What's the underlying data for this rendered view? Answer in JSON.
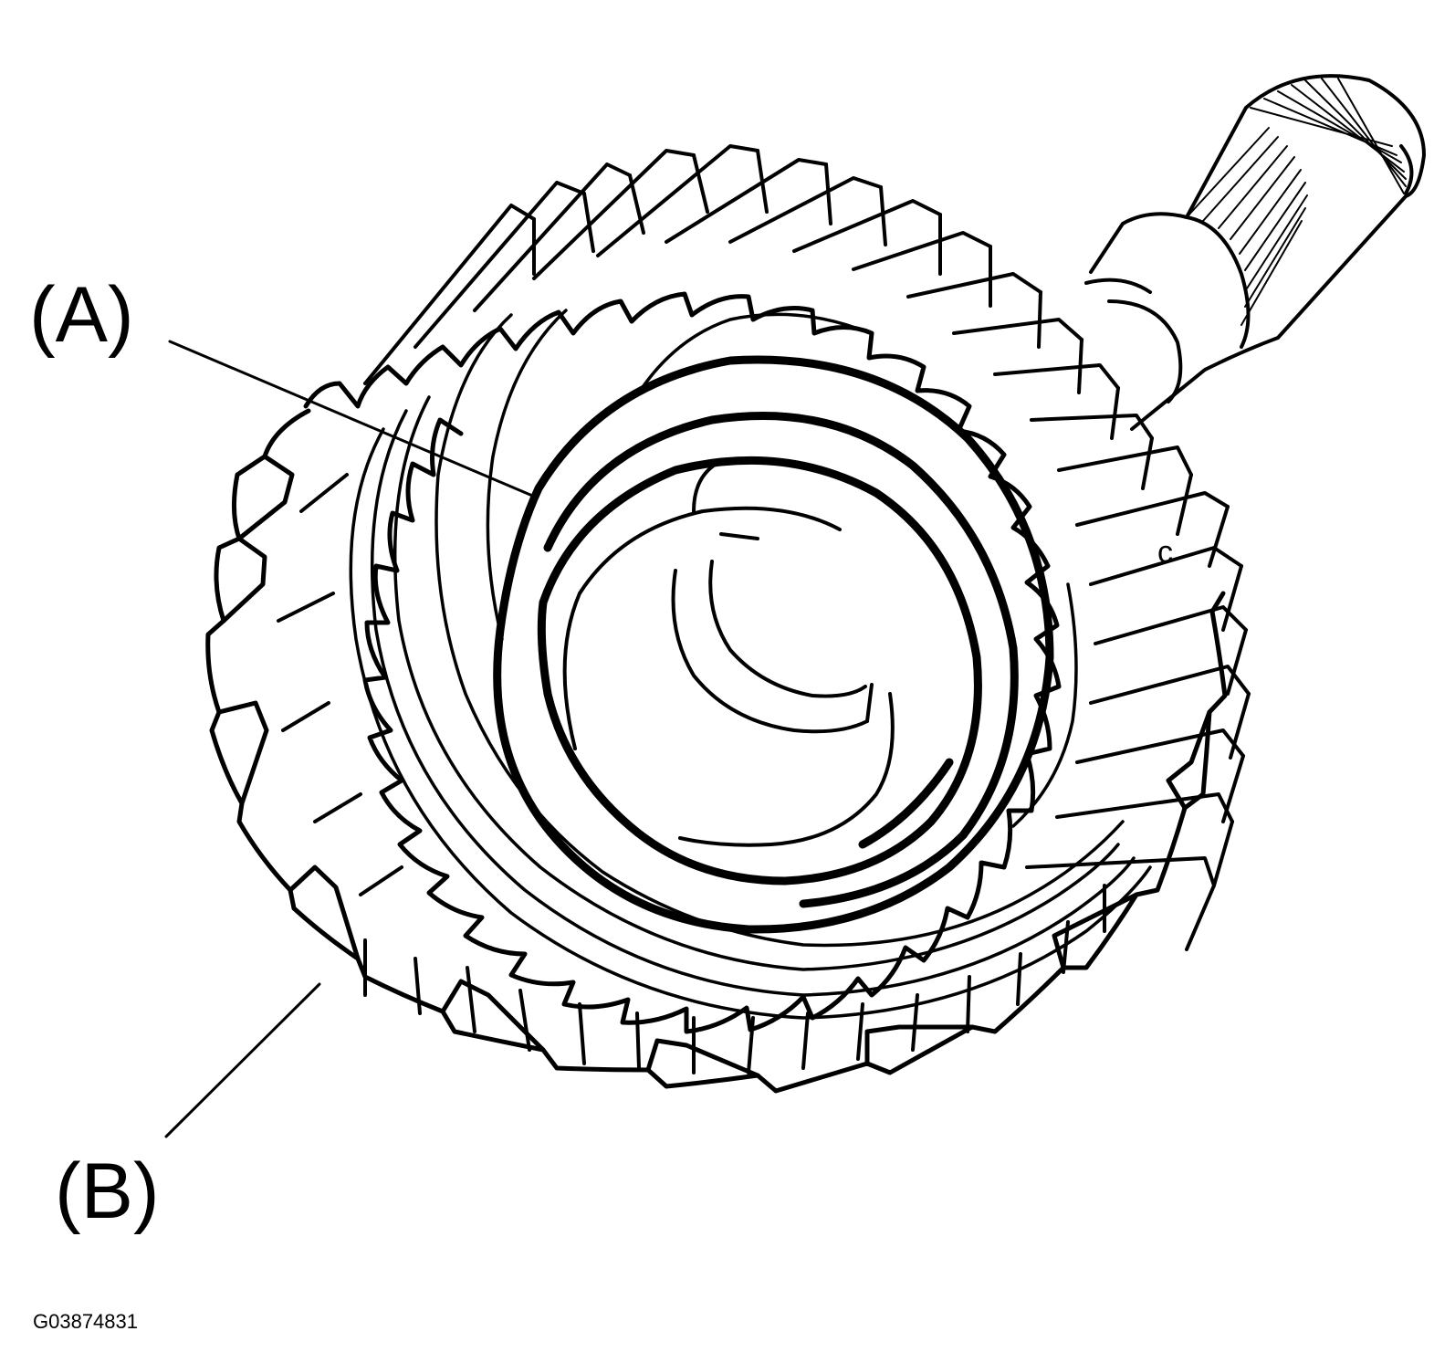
{
  "labels": {
    "a": "(A)",
    "b": "(B)",
    "c": "c"
  },
  "figure_id": "G03874831",
  "colors": {
    "line": "#000000",
    "background": "#ffffff"
  }
}
